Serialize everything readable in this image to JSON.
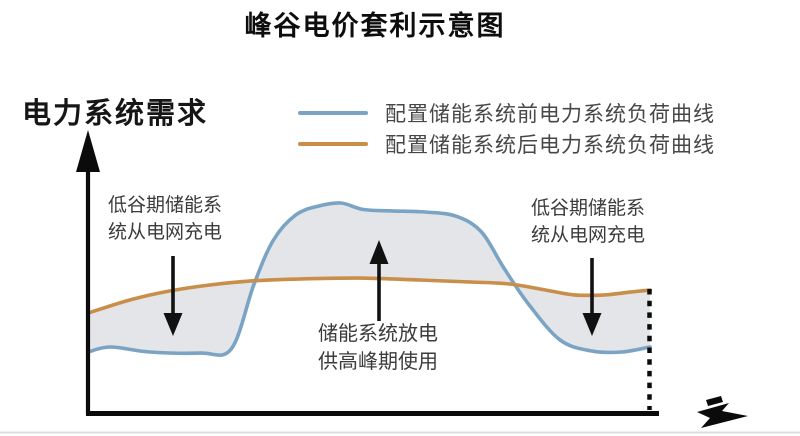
{
  "page_title": "峰谷电价套利示意图",
  "y_axis_label": "电力系统需求",
  "annotations": {
    "left_charge": {
      "line1": "低谷期储能系",
      "line2": "统从电网充电"
    },
    "discharge": {
      "line1": "储能系统放电",
      "line2": "供高峰期使用"
    },
    "right_charge": {
      "line1": "低谷期储能系",
      "line2": "统从电网充电"
    }
  },
  "colors": {
    "axis": "#0b0b0b",
    "annotation_arrow": "#111111",
    "fill_band": "#e3e5e8",
    "bottom_rule": "#dcdcdc"
  },
  "chart_data": {
    "type": "line",
    "title": "峰谷电价套利示意图",
    "xlabel": "",
    "ylabel": "电力系统需求",
    "x_range": [
      0,
      100
    ],
    "ylim": [
      0,
      100
    ],
    "grid": false,
    "legend_position": "top",
    "fill_between_color": "#e3e5e8",
    "series": [
      {
        "name": "配置储能系统前电力系统负荷曲线",
        "color": "#7ba3c4",
        "x": [
          0,
          4,
          11,
          20,
          25.5,
          29.5,
          33,
          37,
          41,
          45,
          49,
          54,
          60,
          65.5,
          70,
          74,
          78.5,
          84,
          89.5,
          95,
          100
        ],
        "values": [
          22.5,
          24.3,
          22.5,
          22.1,
          23.6,
          46.5,
          62.5,
          71.5,
          74.6,
          75.7,
          73.4,
          72.9,
          72.5,
          71.0,
          65.4,
          52.5,
          39.3,
          26.8,
          22.9,
          22.5,
          24.3
        ]
      },
      {
        "name": "配置储能系统后电力系统负荷曲线",
        "color": "#c98e49",
        "x": [
          0,
          7.5,
          14.5,
          21.5,
          29,
          38,
          48.5,
          59,
          68,
          75,
          81.5,
          86.5,
          92,
          96.5,
          100
        ],
        "values": [
          36.4,
          41.1,
          44.3,
          46.4,
          47.9,
          48.6,
          48.9,
          48.2,
          47.5,
          46.8,
          44.6,
          42.9,
          42.9,
          43.9,
          44.6
        ]
      }
    ]
  }
}
